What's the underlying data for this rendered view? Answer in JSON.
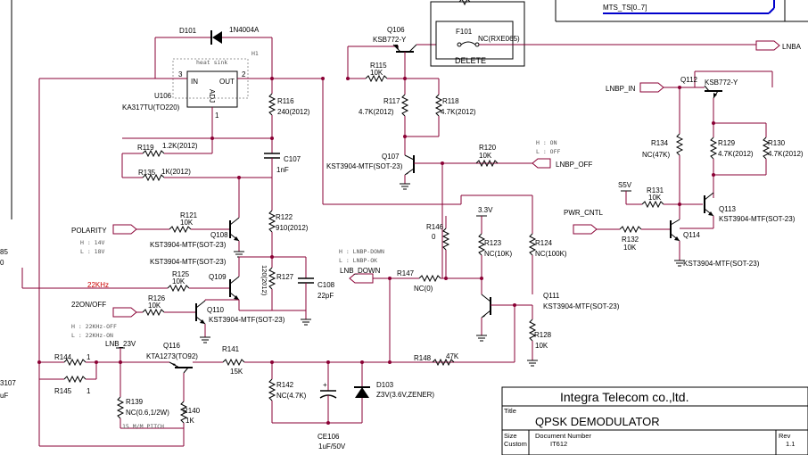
{
  "title_block": {
    "company": "Integra Telecom co.,ltd.",
    "title_label": "Title",
    "title": "QPSK DEMODULATOR",
    "size_label": "Size",
    "size_value": "Custom",
    "docnum_label": "Document Number",
    "docnum_value": "IT612",
    "rev_label": "Rev",
    "rev_value": "1.1"
  },
  "ports": {
    "polarity": "POLARITY",
    "lnba": "LNBA",
    "lnbp_in": "LNBP_IN",
    "lnbp_off": "LNBP_OFF",
    "pwr_cntl": "PWR_CNTL",
    "lnb_down": "LNB_DOWN",
    "on22": "22ON/OFF",
    "khz22": "22KHz",
    "lnb23": "LNB_23V",
    "s5v": "S5V",
    "v33": "3.3V",
    "bus": "MTS_TS[0..7]"
  },
  "notes": {
    "pol_h": "H : 14V",
    "pol_l": "L : 18V",
    "off_h": "H : ON",
    "off_l": "L : OFF",
    "dn_h": "H : LNBP-DOWN",
    "dn_l": "L : LNBP-OK",
    "k22_h": "H : 22KHz-OFF",
    "k22_l": "L : 22KHz-ON",
    "pitch": "15 M/M PITCH",
    "heatsink": "heat sink",
    "h1": "H1",
    "delete": "DELETE"
  },
  "edge_labels": {
    "l85": "85",
    "l0": "0",
    "b107": "3107",
    "uf": "uF"
  },
  "parts": {
    "d101_ref": "D101",
    "d101_val": "1N4004A",
    "u106_ref": "U106",
    "u106_val": "KA317TU(TO220)",
    "u106_in": "IN",
    "u106_out": "OUT",
    "u106_adj": "ADJ",
    "u106_p1": "1",
    "u106_p2": "2",
    "u106_p3": "3",
    "r116_ref": "R116",
    "r116_val": "240(2012)",
    "c107_ref": "C107",
    "c107_val": "1nF",
    "r119_ref": "R119",
    "r119_val": "1.2K(2012)",
    "r135_ref": "R135",
    "r135_val": "1K(2012)",
    "r121_ref": "R121",
    "r121_val": "10K",
    "q108_ref": "Q108",
    "q108_val": "KST3904-MTF(SOT-23)",
    "r122_ref": "R122",
    "r122_val": "910(2012)",
    "q109_val": "KST3904-MTF(SOT-23)",
    "r125_ref": "R125",
    "r125_val": "10K",
    "q109_ref": "Q109",
    "r_mid_val": "120(2012)",
    "r127_ref": "R127",
    "c108_ref": "C108",
    "c108_val": "22pF",
    "r126_ref": "R126",
    "r126_val": "10K",
    "q110_ref": "Q110",
    "q110_val": "KST3904-MTF(SOT-23)",
    "q106_ref": "Q106",
    "q106_val": "KSB772-Y",
    "f101_ref": "F101",
    "f101_val": "NC(RXE065)",
    "r115_ref": "R115",
    "r115_val": "10K",
    "r117_ref": "R117",
    "r117_val": "4.7K(2012)",
    "r118_ref": "R118",
    "r118_val": "4.7K(2012)",
    "q107_ref": "Q107",
    "q107_val": "KST3904-MTF(SOT-23)",
    "r120_ref": "R120",
    "r120_val": "10K",
    "r146_ref": "R146",
    "r146_val": "0",
    "r123_ref": "R123",
    "r123_val": "NC(10K)",
    "r124_ref": "R124",
    "r124_val": "NC(100K)",
    "r147_ref": "R147",
    "r147_val": "NC(0)",
    "q111_ref": "Q111",
    "q111_val": "KST3904-MTF(SOT-23)",
    "r128_ref": "R128",
    "r128_val": "10K",
    "q112_ref": "Q112",
    "q112_val": "KSB772-Y",
    "r134_ref": "R134",
    "r134_val": "NC(47K)",
    "r129_ref": "R129",
    "r129_val": "4.7K(2012)",
    "r130_ref": "R130",
    "r130_val": "4.7K(2012)",
    "r131_ref": "R131",
    "r131_val": "10K",
    "q113_ref": "Q113",
    "q113_val": "KST3904-MTF(SOT-23)",
    "r132_ref": "R132",
    "r132_val": "10K",
    "q114_ref": "Q114",
    "q114_val": "KST3904-MTF(SOT-23)",
    "r144_ref": "R144",
    "r144_val": "1",
    "r145_ref": "R145",
    "r145_val": "1",
    "q116_ref": "Q116",
    "q116_val": "KTA1273(TO92)",
    "r141_ref": "R141",
    "r141_val": "15K",
    "r139_ref": "R139",
    "r139_val": "NC(0.6,1/2W)",
    "r140_ref": "R140",
    "r140_val": "1K",
    "r142_ref": "R142",
    "r142_val": "NC(4.7K)",
    "ce106_ref": "CE106",
    "ce106_val": "1uF/50V",
    "r148_ref": "R148",
    "r148_val": "47K",
    "d103_ref": "D103",
    "d103_val": "Z3V(3.6V,ZENER)"
  }
}
